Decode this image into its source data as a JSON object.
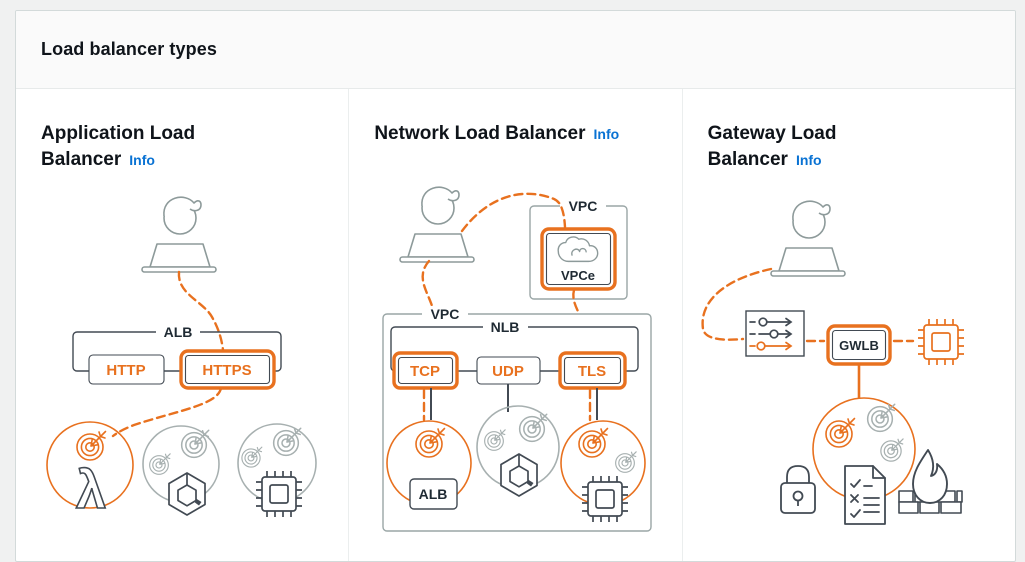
{
  "header": {
    "title": "Load balancer types"
  },
  "cards": [
    {
      "title": "Application Load Balancer",
      "info_label": "Info",
      "diagram": {
        "lb_label": "ALB",
        "listener_http": "HTTP",
        "listener_https": "HTTPS"
      }
    },
    {
      "title": "Network Load Balancer",
      "info_label": "Info",
      "diagram": {
        "endpoint_vpc_label": "VPC",
        "endpoint_label": "VPCe",
        "outer_vpc_label": "VPC",
        "lb_label": "NLB",
        "listener_tcp": "TCP",
        "listener_udp": "UDP",
        "listener_tls": "TLS",
        "target_alb_label": "ALB"
      }
    },
    {
      "title": "Gateway Load Balancer",
      "info_label": "Info",
      "diagram": {
        "lb_label": "GWLB"
      }
    }
  ],
  "colors": {
    "accent_orange": "#e8711f",
    "icon_dark": "#424a53",
    "icon_gray": "#8d9a9a",
    "circle_gray": "#a7b0b0",
    "link_blue": "#0972d3",
    "header_bg": "#fafafa",
    "panel_border": "#d3dada",
    "divider": "#ebeeee",
    "page_bg": "#f0f1f1"
  }
}
